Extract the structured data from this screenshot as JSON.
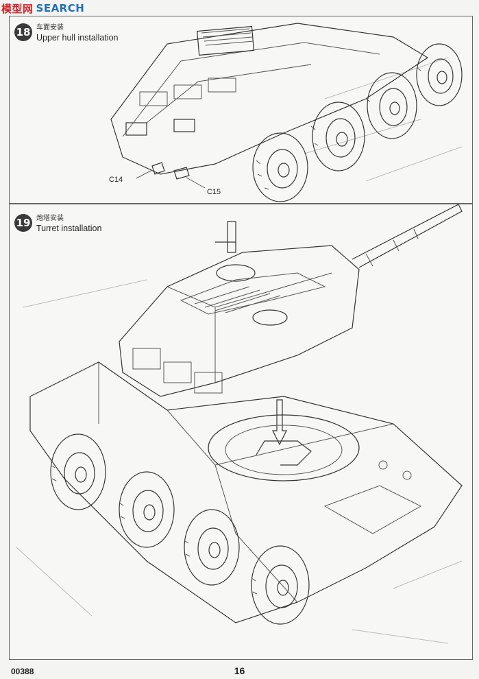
{
  "watermark": {
    "logo": "模型网",
    "word": "SEARCH"
  },
  "steps": [
    {
      "number": "18",
      "title_zh": "车面安装",
      "title_en": "Upper hull installation",
      "parts": [
        "C14",
        "C15"
      ]
    },
    {
      "number": "19",
      "title_zh": "炮塔安装",
      "title_en": "Turret installation"
    }
  ],
  "footer": {
    "kit_number": "00388",
    "page_number": "16"
  }
}
